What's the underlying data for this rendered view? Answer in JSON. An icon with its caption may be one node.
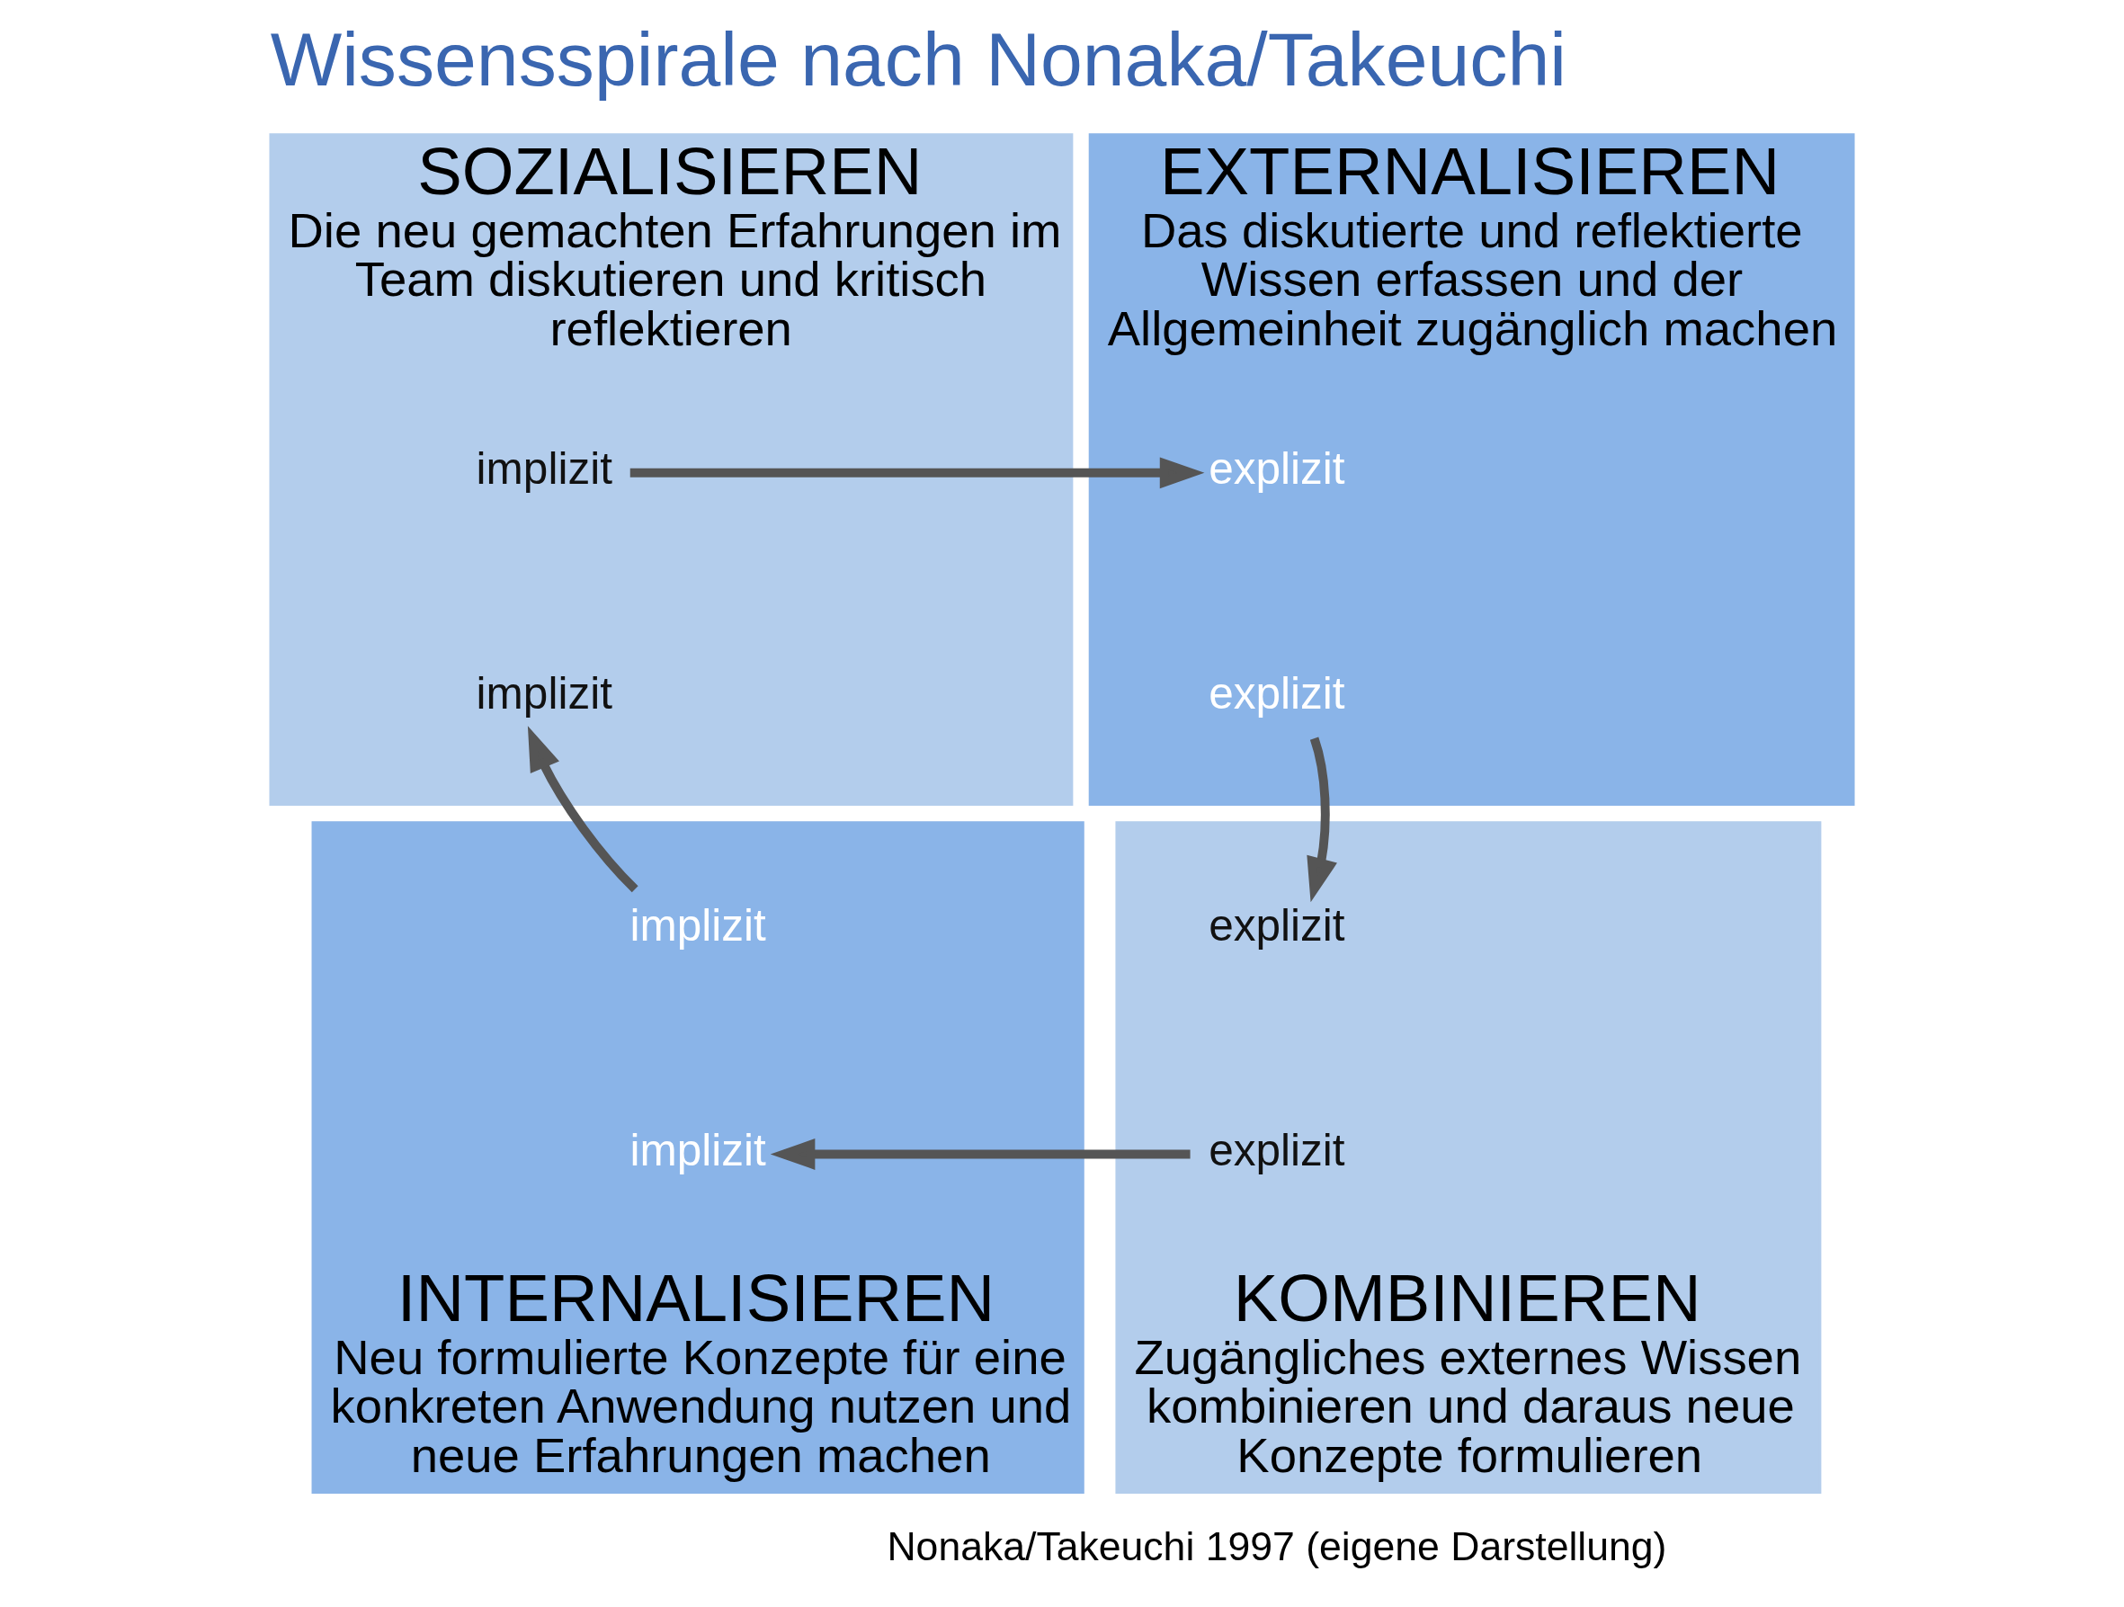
{
  "diagram": {
    "title": "Wissensspirale nach Nonaka/Takeuchi",
    "caption": "Nonaka/Takeuchi 1997 (eigene Darstellung)",
    "nodes": [
      {
        "text": [
          "SOZIALISIEREN",
          "Die neu gemachten Erfahrungen im Team diskutieren und kritisch reflektieren"
        ]
      },
      {
        "text": [
          "implizit"
        ],
        "in": 0
      },
      {
        "text": [
          "implizit"
        ],
        "in": 0
      },
      {
        "text": [
          "EXTERNALISIEREN",
          "Das diskutierte und reflektierte Wissen erfassen und der Allgemeinheit zugänglich machen"
        ]
      },
      {
        "text": [
          "explizit"
        ],
        "in": 3
      },
      {
        "text": [
          "explizit"
        ],
        "in": 3
      },
      {
        "text": [
          "INTERNALISIEREN",
          "Neu formulierte Konzepte für eine konkreten Anwendung nutzen und neue Erfahrungen machen"
        ]
      },
      {
        "text": [
          "implizit"
        ],
        "in": 6
      },
      {
        "text": [
          "implizit"
        ],
        "in": 6
      },
      {
        "text": [
          "KOMBINIEREN",
          "Zugängliches externes Wissen kombinieren und daraus neue Konzepte formulieren"
        ]
      },
      {
        "text": [
          "explizit"
        ],
        "in": 9
      },
      {
        "text": [
          "explizit"
        ],
        "in": 9
      }
    ],
    "edges": [
      {
        "from": 1,
        "to": 4,
        "arrow": "to"
      },
      {
        "from": 5,
        "to": 10,
        "arrow": "to"
      },
      {
        "from": 11,
        "to": 8,
        "arrow": "to"
      },
      {
        "from": 7,
        "to": 2,
        "arrow": "to"
      }
    ]
  }
}
